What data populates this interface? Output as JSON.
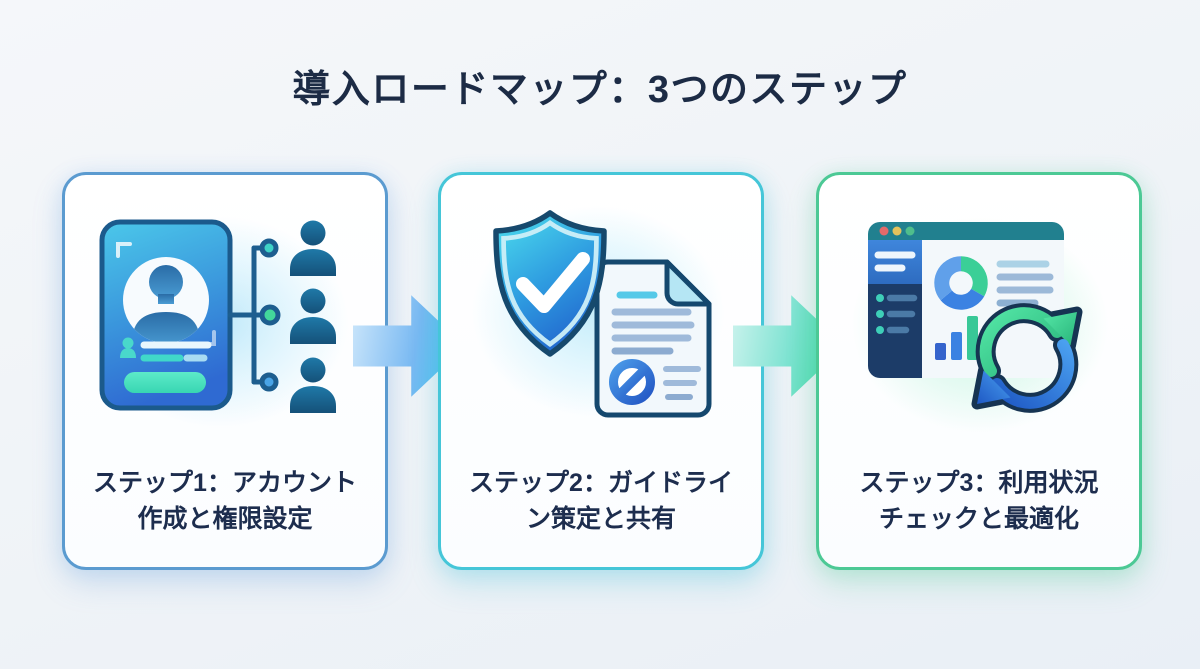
{
  "title": "導入ロードマップ：3つのステップ",
  "steps": [
    {
      "step_number": "1",
      "label_line1": "ステップ1：アカウント",
      "label_line2": "作成と権限設定",
      "icon": "id-card-user-hierarchy-icon",
      "accent_color": "#5b9bd0"
    },
    {
      "step_number": "2",
      "label_line1": "ステップ2：ガイドライ",
      "label_line2": "ン策定と共有",
      "icon": "shield-check-document-icon",
      "accent_color": "#45c6d8"
    },
    {
      "step_number": "3",
      "label_line1": "ステップ3：利用状況",
      "label_line2": "チェックと最適化",
      "icon": "dashboard-refresh-icon",
      "accent_color": "#4cc995"
    }
  ],
  "arrows": [
    {
      "icon": "arrow-right-icon",
      "gradient_start": "#cde7fb",
      "gradient_end": "#3bc9ef"
    },
    {
      "icon": "arrow-right-icon",
      "gradient_start": "#cdf3ee",
      "gradient_end": "#35d79c"
    }
  ],
  "colors": {
    "background": "#f1f4f8",
    "title_text": "#1c2b45",
    "card_background": "#ffffff"
  }
}
